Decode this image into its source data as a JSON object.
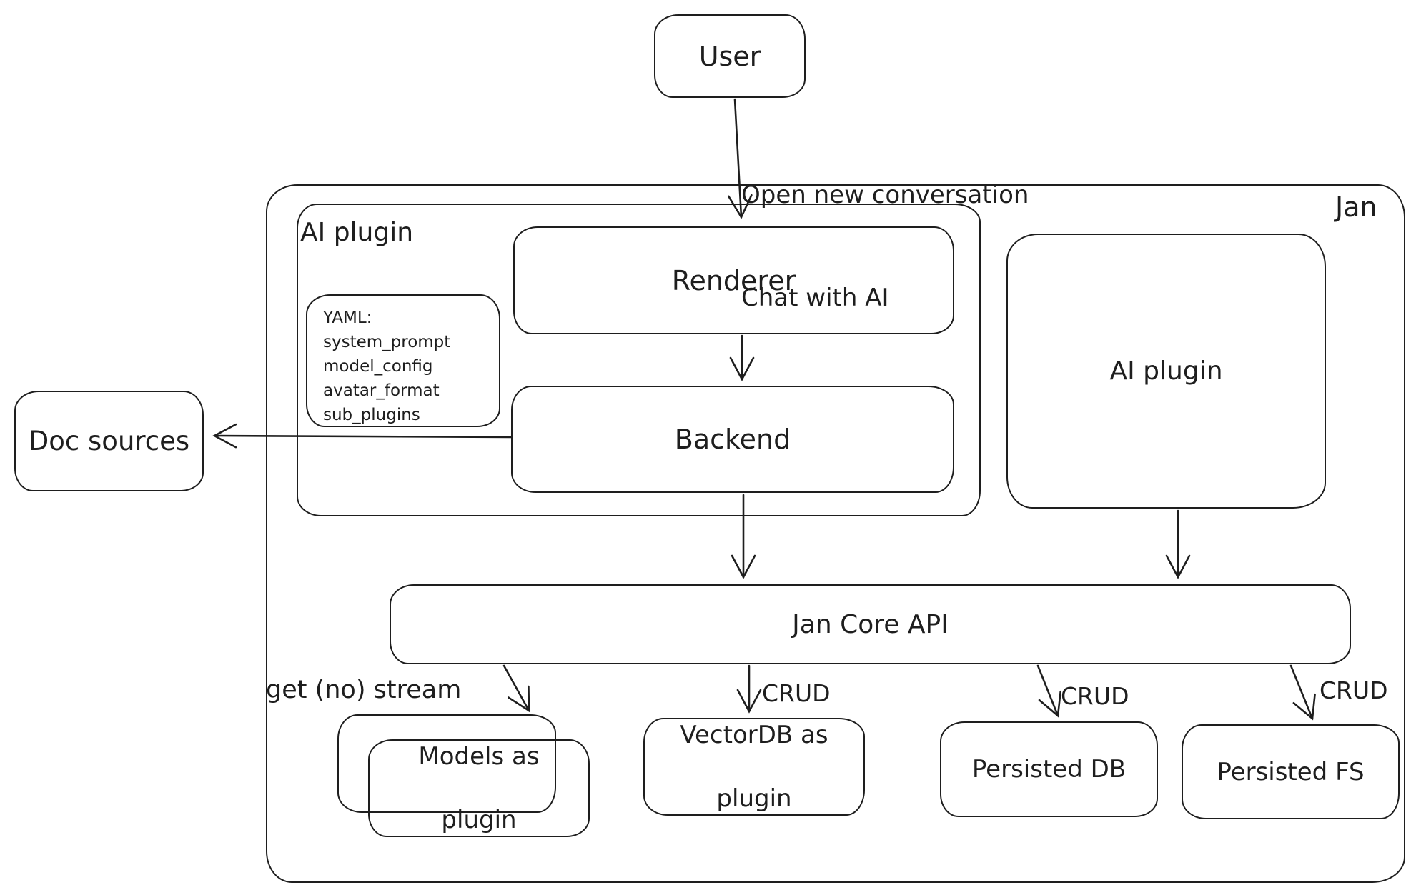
{
  "colors": {
    "stroke": "#1e1e1e",
    "background": "#ffffff"
  },
  "diagram": {
    "nodes": {
      "user": {
        "label": "User"
      },
      "jan_container": {
        "label": "Jan"
      },
      "ai_plugin_group": {
        "label": "AI plugin"
      },
      "renderer": {
        "label": "Renderer"
      },
      "backend": {
        "label": "Backend"
      },
      "yaml_note": {
        "lines": [
          "YAML:",
          "system_prompt",
          "model_config",
          "avatar_format",
          "sub_plugins"
        ]
      },
      "ai_plugin": {
        "label": "AI plugin"
      },
      "jan_core_api": {
        "label": "Jan Core API"
      },
      "models_plugin": {
        "label_line1": "Models as",
        "label_line2": "plugin"
      },
      "vectordb_plugin": {
        "label_line1": "VectorDB as",
        "label_line2": "plugin"
      },
      "persisted_db": {
        "label": "Persisted DB"
      },
      "persisted_fs": {
        "label": "Persisted FS"
      },
      "doc_sources": {
        "label": "Doc sources"
      }
    },
    "edges": {
      "user_to_renderer": {
        "label_line1": "Open new conversation",
        "label_line2": "Chat with AI"
      },
      "core_to_models": {
        "label": "get (no) stream"
      },
      "core_to_vectordb": {
        "label": "CRUD"
      },
      "core_to_persisted_db": {
        "label": "CRUD"
      },
      "core_to_persisted_fs": {
        "label": "CRUD"
      }
    }
  }
}
